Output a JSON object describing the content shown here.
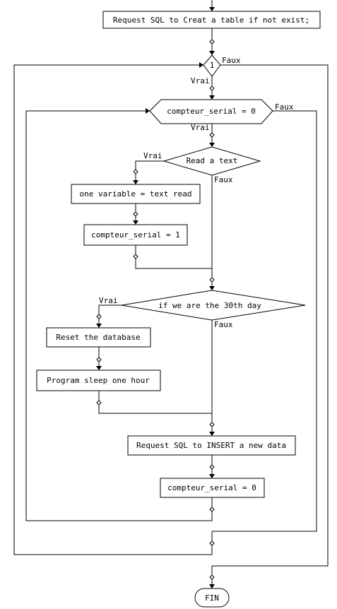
{
  "flowchart": {
    "nodes": {
      "request_create": "Request SQL to Creat a table if not exist;",
      "loop_one": "1",
      "compteur_loop": "compteur_serial = 0",
      "read_text": "Read a text",
      "one_variable": "one variable = text read",
      "compteur_one": "compteur_serial = 1",
      "thirtieth_day": "if we are the 30th day",
      "reset_db": "Reset the database",
      "sleep_hour": "Program sleep one hour",
      "insert_data": "Request SQL to INSERT a new data",
      "compteur_zero": "compteur_serial = 0",
      "fin": "FIN"
    },
    "labels": {
      "loop_one_false": "Faux",
      "loop_one_true": "Vrai",
      "compteur_loop_false": "Faux",
      "compteur_loop_true": "Vrai",
      "read_text_true": "Vrai",
      "read_text_false": "Faux",
      "thirtieth_true": "Vrai",
      "thirtieth_false": "Faux"
    }
  }
}
